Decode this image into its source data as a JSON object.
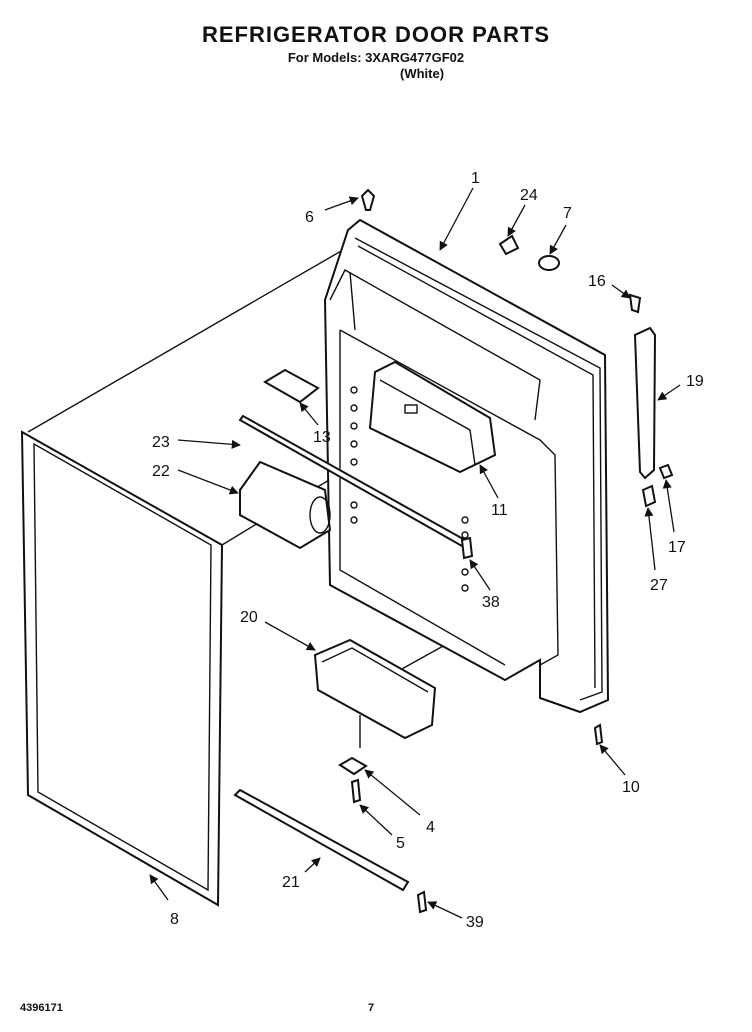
{
  "header": {
    "title": "REFRIGERATOR DOOR PARTS",
    "model_line": "For Models: 3XARG477GF02",
    "color_line": "(White)"
  },
  "footer": {
    "doc_number": "4396171",
    "page_number": "7"
  },
  "callouts": [
    "1",
    "24",
    "7",
    "6",
    "16",
    "19",
    "13",
    "23",
    "22",
    "11",
    "17",
    "27",
    "38",
    "20",
    "10",
    "4",
    "5",
    "21",
    "8",
    "39"
  ]
}
